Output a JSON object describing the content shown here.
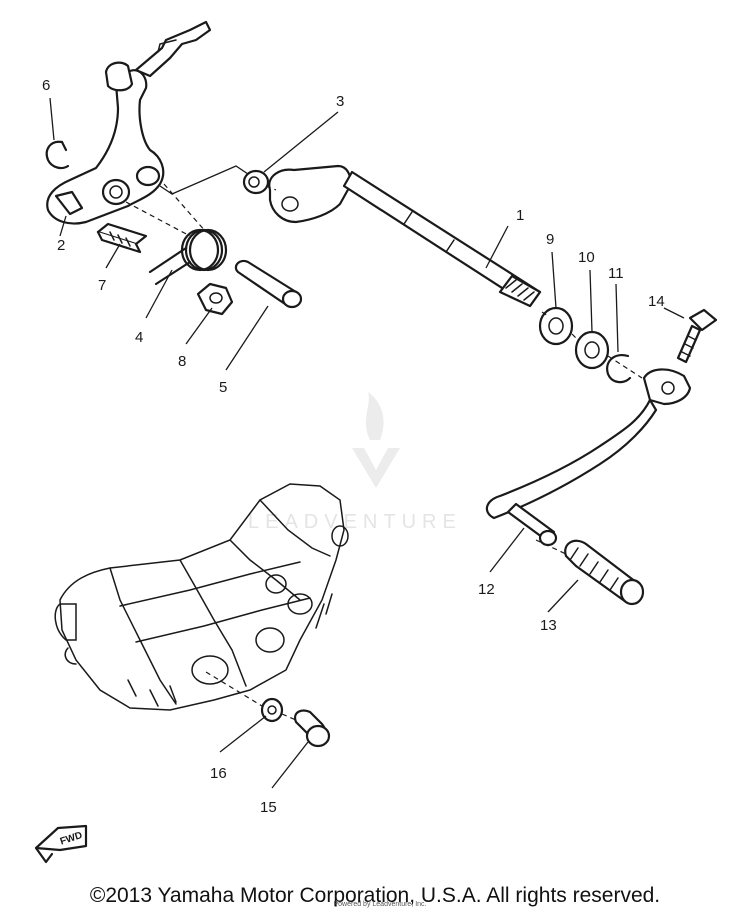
{
  "diagram": {
    "callouts": [
      "1",
      "2",
      "3",
      "4",
      "5",
      "6",
      "7",
      "8",
      "9",
      "10",
      "11",
      "12",
      "13",
      "14",
      "15",
      "16"
    ],
    "watermark": "LEADVENTURE",
    "fwd_badge": "FWD",
    "copyright": "©2013 Yamaha Motor Corporation, U.S.A. All rights reserved.",
    "sub_credit": "Powered by Leadventure, Inc."
  },
  "colors": {
    "ink": "#1a1a1a",
    "watermark": "#e4e4e4",
    "background": "#ffffff"
  }
}
